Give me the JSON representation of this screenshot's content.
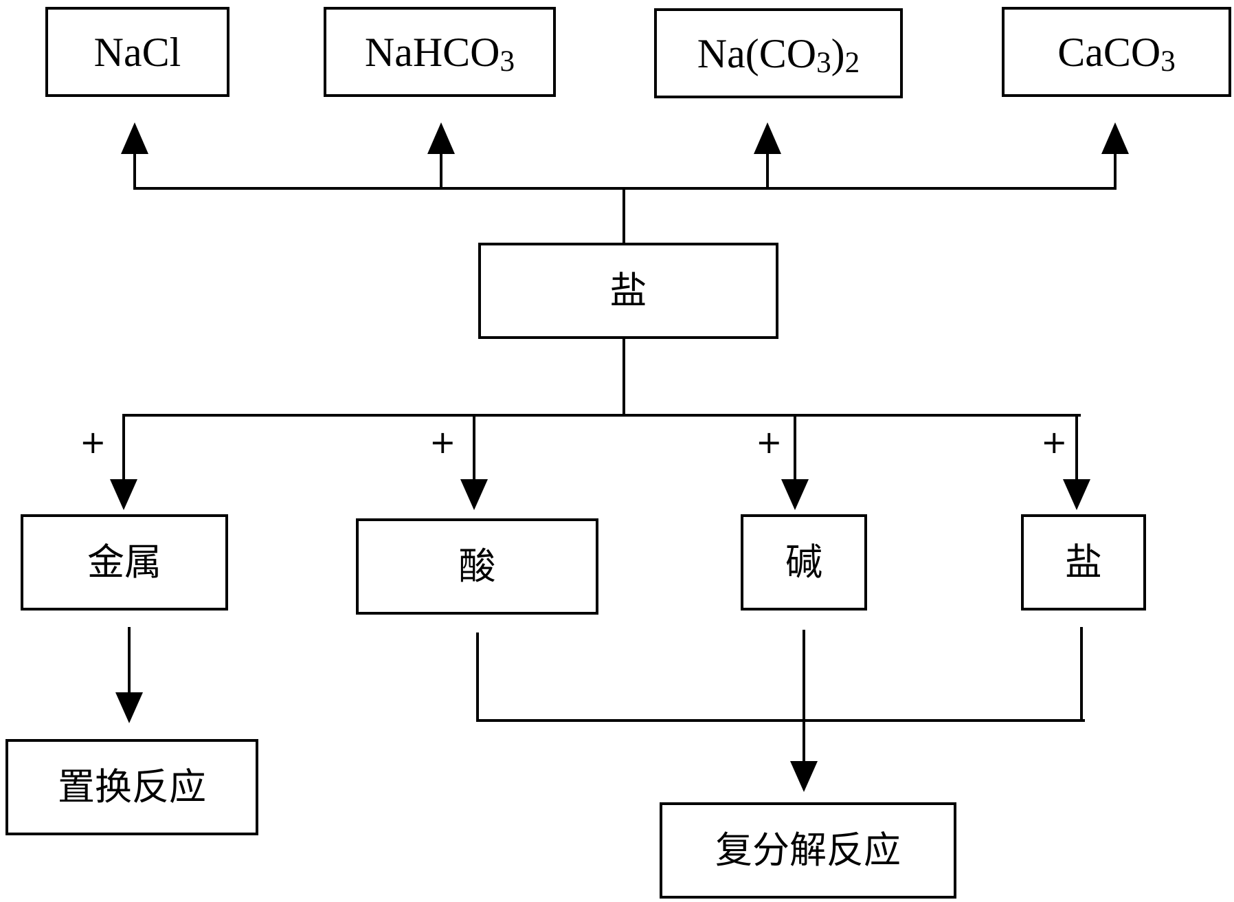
{
  "diagram": {
    "top_compounds": [
      {
        "base": "NaCl",
        "sub": ""
      },
      {
        "base": "NaHCO",
        "sub": "3"
      },
      {
        "base": "Na(CO",
        "sub": "3",
        "tail": ")",
        "tail_sub": "2"
      },
      {
        "base": "CaCO",
        "sub": "3"
      }
    ],
    "center_label": "盐",
    "reactant_labels": [
      "金属",
      "酸",
      "碱",
      "盐"
    ],
    "plus_sign": "+",
    "result_labels": {
      "displacement": "置换反应",
      "double_decomposition": "复分解反应"
    },
    "colors": {
      "stroke": "#000000",
      "background": "#ffffff"
    }
  }
}
